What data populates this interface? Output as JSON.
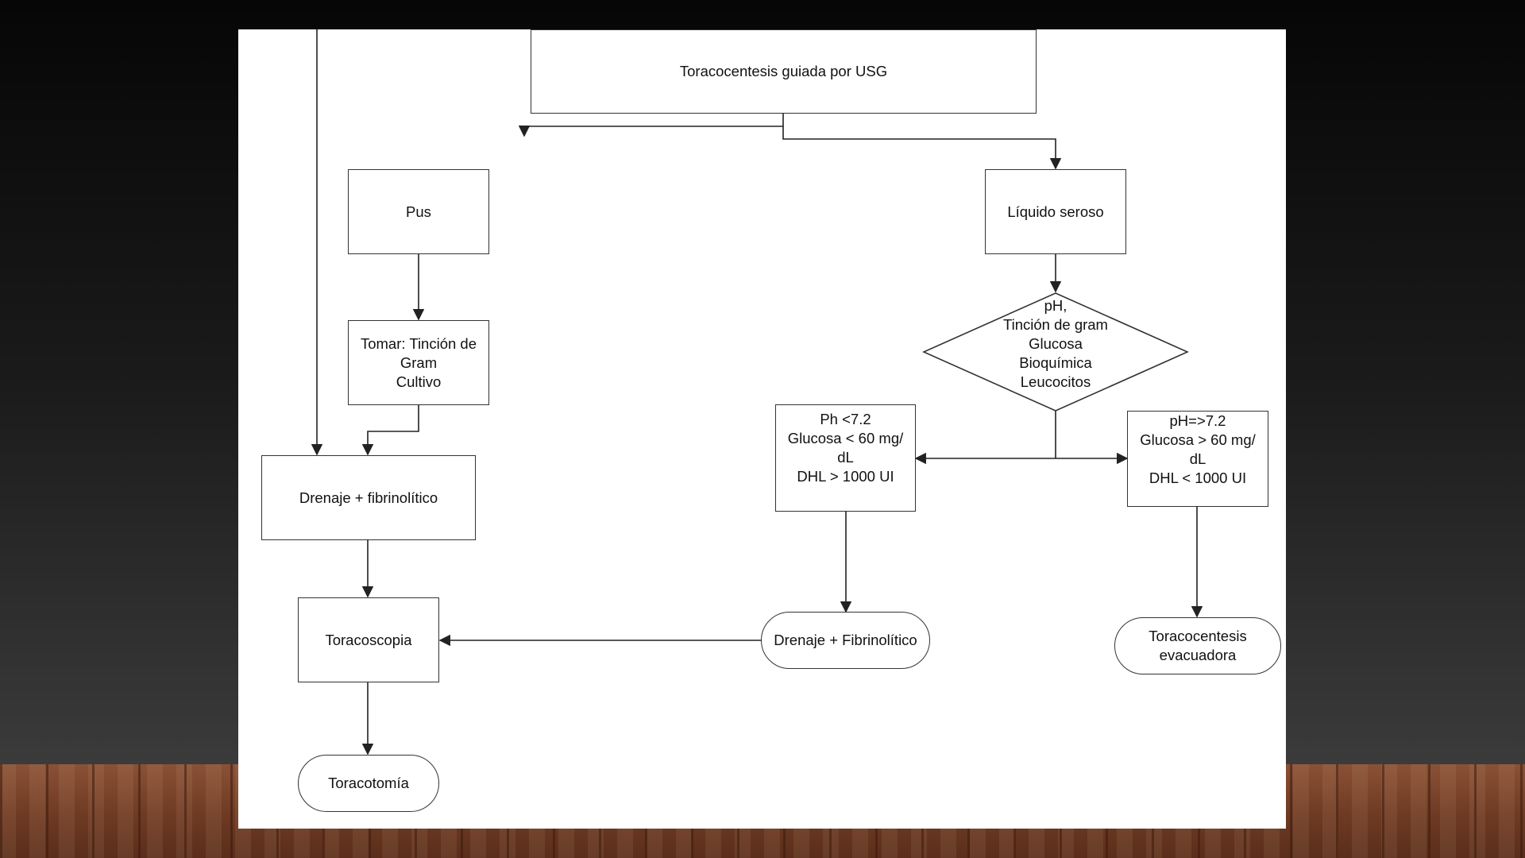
{
  "colors": {
    "stroke": "#333333",
    "text": "#111111",
    "slide": "#ffffff"
  },
  "nodes": {
    "toracocentesis_usg": "Toracocentesis guiada por USG",
    "pus": "Pus",
    "liquido_seroso": "Líquido seroso",
    "tomar_tincion": "Tomar: Tinción de\nGram\nCultivo",
    "analisis_diamond": "pH,\nTinción de gram\nGlucosa\nBioquímica\nLeucocitos",
    "ph_menor": "Ph <7.2\nGlucosa < 60 mg/\ndL\nDHL > 1000 UI",
    "ph_mayor": "pH=>7.2\nGlucosa > 60 mg/\ndL\nDHL < 1000 UI",
    "drenaje_fibrinolitico_left": "Drenaje + fibrinolítico",
    "drenaje_fibrinolitico_right": "Drenaje + Fibrinolítico",
    "toracoscopia": "Toracoscopia",
    "toracocentesis_evacuadora": "Toracocentesis\nevacuadora",
    "toracotomia": "Toracotomía"
  }
}
